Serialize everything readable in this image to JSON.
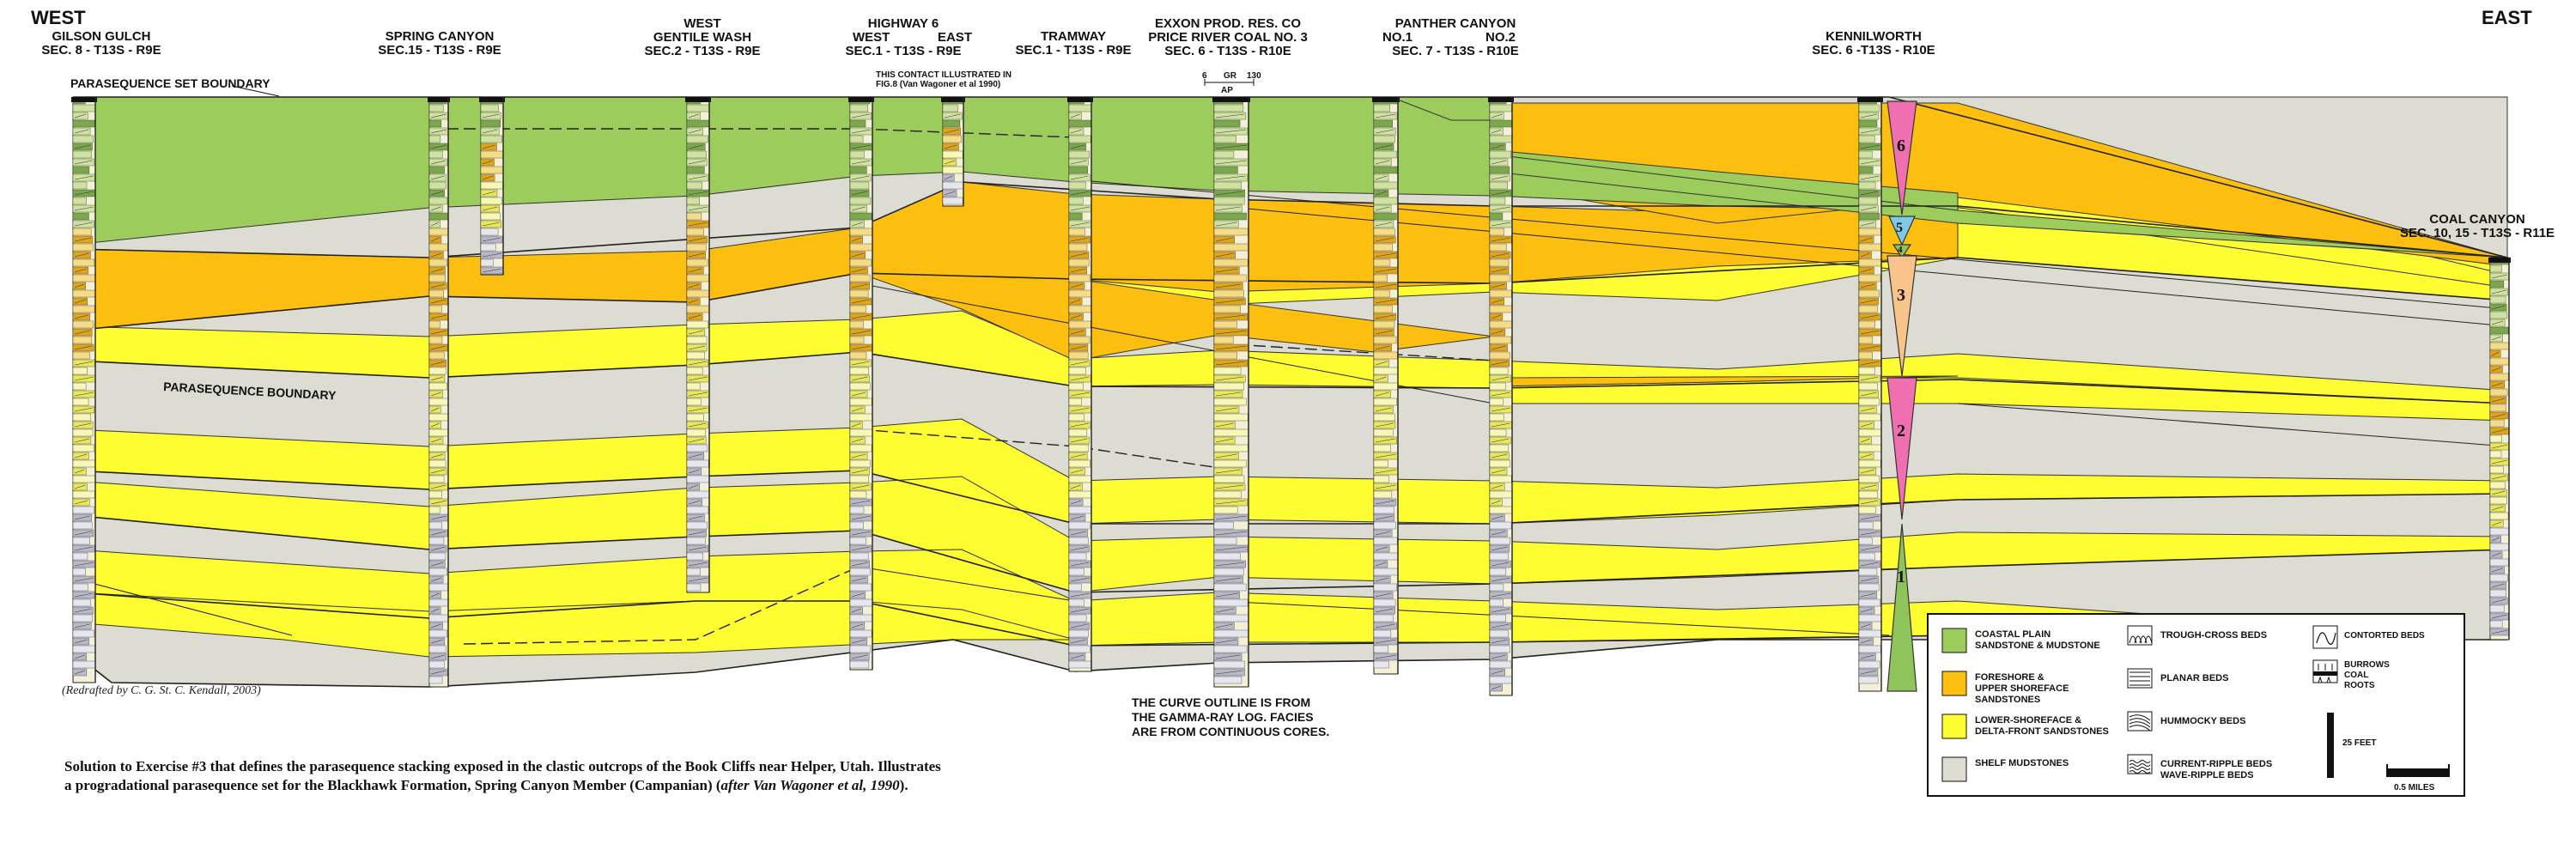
{
  "directions": {
    "west": "WEST",
    "east": "EAST"
  },
  "columns": [
    {
      "id": "gilson",
      "lines": [
        "GILSON GULCH",
        "SEC. 8 - T13S - R9E"
      ]
    },
    {
      "id": "spring",
      "lines": [
        "SPRING CANYON",
        "SEC.15 - T13S - R9E"
      ]
    },
    {
      "id": "gentile",
      "lines": [
        "WEST",
        "GENTILE WASH",
        "SEC.2 - T13S - R9E"
      ]
    },
    {
      "id": "hwy6",
      "lines": [
        "HIGHWAY 6",
        "SEC.1 - T13S - R9E"
      ],
      "sub_west": "WEST",
      "sub_east": "EAST"
    },
    {
      "id": "tramway",
      "lines": [
        "TRAMWAY",
        "SEC.1 - T13S - R9E"
      ]
    },
    {
      "id": "exxon",
      "lines": [
        "EXXON PROD. RES. CO",
        "PRICE RIVER COAL NO. 3",
        "SEC. 6 - T13S - R10E"
      ]
    },
    {
      "id": "panther",
      "lines": [
        "PANTHER CANYON",
        "SEC. 7 - T13S - R10E"
      ],
      "sub_west": "NO.1",
      "sub_east": "NO.2"
    },
    {
      "id": "kenil",
      "lines": [
        "KENNILWORTH",
        "SEC. 6 -T13S - R10E"
      ]
    },
    {
      "id": "coal",
      "lines": [
        "COAL CANYON",
        "SEC. 10, 15 - T13S - R11E"
      ]
    }
  ],
  "hwy6_note": [
    "THIS CONTACT ILLUSTRATED IN",
    "FIG.8 (Van Wagoner et al 1990)"
  ],
  "gr_scale": {
    "low": "6",
    "label": "GR",
    "high": "130",
    "unit": "AP"
  },
  "boundaries": {
    "set": "PARASEQUENCE SET BOUNDARY",
    "parasequence": "PARASEQUENCE BOUNDARY"
  },
  "parasequence_numbers": [
    "6",
    "5",
    "4",
    "3",
    "2",
    "1"
  ],
  "gamma_note": [
    "THE CURVE OUTLINE IS FROM",
    "THE GAMMA-RAY LOG.  FACIES",
    "ARE FROM CONTINUOUS CORES."
  ],
  "credit": "(Redrafted by C. G. St. C. Kendall, 2003)",
  "caption": [
    "Solution to Exercise #3 that defines the parasequence stacking exposed in the clastic outcrops of the Book Cliffs near Helper, Utah.  Illustrates",
    "a progradational parasequence set for the Blackhawk Formation, Spring Canyon Member (Campanian) (",
    "after Van Wagoner et al, 1990",
    ")."
  ],
  "legend": {
    "facies": [
      {
        "lines": [
          "COASTAL PLAIN",
          "SANDSTONE &  MUDSTONE"
        ],
        "color": "#9ccc5c"
      },
      {
        "lines": [
          "FORESHORE &",
          "UPPER SHOREFACE",
          "SANDSTONES"
        ],
        "color": "#fdbf0f"
      },
      {
        "lines": [
          "LOWER-SHOREFACE  &",
          "DELTA-FRONT SANDSTONES"
        ],
        "color": "#fdfd32"
      },
      {
        "lines": [
          "SHELF MUDSTONES"
        ],
        "color": "#dcdcd2"
      }
    ],
    "structures": [
      {
        "lines": [
          "TROUGH-CROSS BEDS"
        ]
      },
      {
        "lines": [
          "PLANAR BEDS"
        ]
      },
      {
        "lines": [
          "HUMMOCKY BEDS"
        ]
      },
      {
        "lines": [
          "CURRENT-RIPPLE BEDS",
          "WAVE-RIPPLE BEDS"
        ]
      }
    ],
    "other": [
      {
        "lines": [
          "CONTORTED BEDS"
        ]
      },
      {
        "lines": [
          "BURROWS",
          "COAL",
          "ROOTS"
        ]
      }
    ],
    "scale_vertical": "25 FEET",
    "scale_horizontal": "0.5 MILES"
  },
  "colors": {
    "coastal": "#9ccc5c",
    "foreshore": "#fdbf0f",
    "lower_shoreface": "#fdfd32",
    "shelf": "#dcdcd2",
    "pink_triangle": "#ef6fb0",
    "peach_triangle": "#f9c48a",
    "green_triangle": "#8fc45a",
    "blue_triangle": "#7fc9e8"
  }
}
